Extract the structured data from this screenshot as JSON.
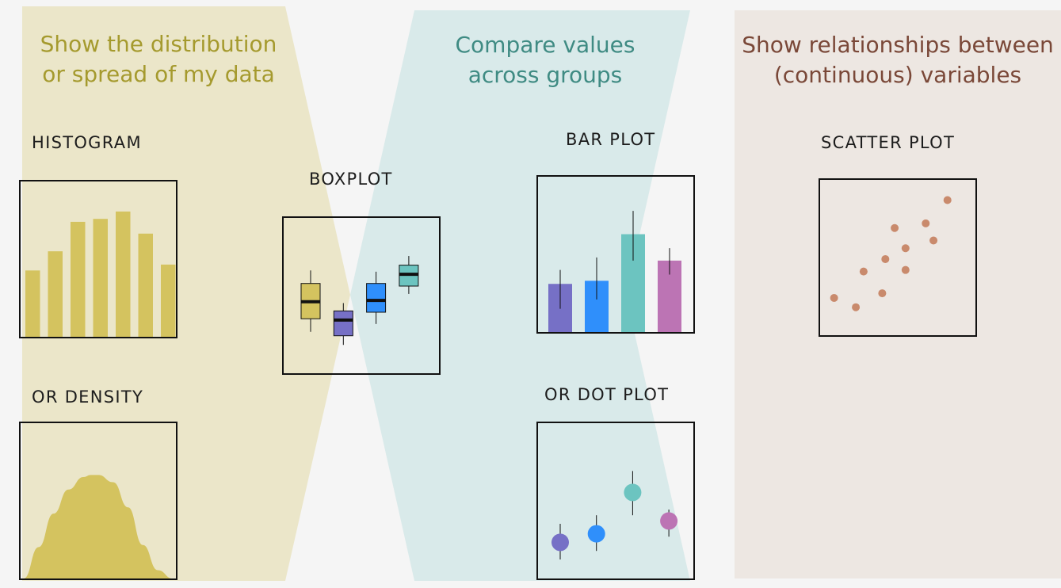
{
  "colors": {
    "page_background": "#f5f5f5",
    "distribution_band": "#ebe6c9",
    "compare_band": "#d9eaea",
    "relationships_band": "#ede7e2",
    "distribution_text": "#a59a2e",
    "compare_text": "#3f8b83",
    "relationships_text": "#7a4838",
    "histogram_bar": "#d4c35f",
    "density_fill": "#d4c35f",
    "scatter_point": "#c98a6c",
    "group_colors": [
      "#d4c35f",
      "#7670c6",
      "#2f8ffb",
      "#6cc4c0",
      "#bc74b4"
    ]
  },
  "sections": {
    "distribution": {
      "heading_lines": [
        "Show the distribution",
        "or spread of my data"
      ]
    },
    "compare": {
      "heading_lines": [
        "Compare values",
        "across groups"
      ]
    },
    "relationships": {
      "heading_lines": [
        "Show relationships between",
        "(continuous) variables"
      ]
    }
  },
  "labels": {
    "histogram": "HISTOGRAM",
    "density": "OR DENSITY",
    "boxplot": "BOXPLOT",
    "barplot": "BAR PLOT",
    "dotplot": "OR DOT PLOT",
    "scatter": "SCATTER PLOT"
  },
  "chart_data": [
    {
      "type": "bar",
      "label": "HISTOGRAM",
      "values": [
        45,
        58,
        78,
        80,
        85,
        70,
        49
      ],
      "ylim": [
        0,
        100
      ],
      "color": "#d4c35f"
    },
    {
      "type": "area",
      "label": "OR DENSITY",
      "x": [
        0,
        0.1,
        0.2,
        0.3,
        0.4,
        0.45,
        0.5,
        0.6,
        0.7,
        0.8,
        0.9,
        1.0
      ],
      "y": [
        0,
        0.3,
        0.62,
        0.85,
        0.97,
        0.99,
        0.99,
        0.92,
        0.68,
        0.32,
        0.08,
        0
      ],
      "color": "#d4c35f"
    },
    {
      "type": "boxplot",
      "label": "BOXPLOT",
      "ylim": [
        0,
        100
      ],
      "groups": [
        {
          "color": "#d4c35f",
          "min": 25,
          "q1": 35,
          "median": 48,
          "q3": 62,
          "max": 72
        },
        {
          "color": "#7670c6",
          "min": 15,
          "q1": 22,
          "median": 34,
          "q3": 41,
          "max": 47
        },
        {
          "color": "#2f8ffb",
          "min": 31,
          "q1": 40,
          "median": 49,
          "q3": 62,
          "max": 71
        },
        {
          "color": "#6cc4c0",
          "min": 54,
          "q1": 60,
          "median": 69,
          "q3": 76,
          "max": 83
        }
      ]
    },
    {
      "type": "bar",
      "label": "BAR PLOT",
      "ylim": [
        0,
        100
      ],
      "values": [
        31,
        33,
        63,
        46
      ],
      "error_low": [
        15,
        21,
        46,
        37
      ],
      "error_high": [
        40,
        48,
        78,
        54
      ],
      "colors": [
        "#7670c6",
        "#2f8ffb",
        "#6cc4c0",
        "#bc74b4"
      ]
    },
    {
      "type": "scatter",
      "label": "OR DOT PLOT",
      "ylim": [
        0,
        100
      ],
      "values": [
        22,
        28,
        57,
        37
      ],
      "error_low": [
        10,
        16,
        41,
        26
      ],
      "error_high": [
        35,
        41,
        72,
        45
      ],
      "colors": [
        "#7670c6",
        "#2f8ffb",
        "#6cc4c0",
        "#bc74b4"
      ]
    },
    {
      "type": "scatter",
      "label": "SCATTER PLOT",
      "xlim": [
        0,
        100
      ],
      "ylim": [
        0,
        100
      ],
      "points": [
        [
          9,
          24
        ],
        [
          23,
          18
        ],
        [
          28,
          41
        ],
        [
          40,
          27
        ],
        [
          42,
          49
        ],
        [
          48,
          69
        ],
        [
          55,
          56
        ],
        [
          55,
          42
        ],
        [
          68,
          72
        ],
        [
          73,
          61
        ],
        [
          82,
          87
        ]
      ],
      "color": "#c98a6c"
    }
  ]
}
